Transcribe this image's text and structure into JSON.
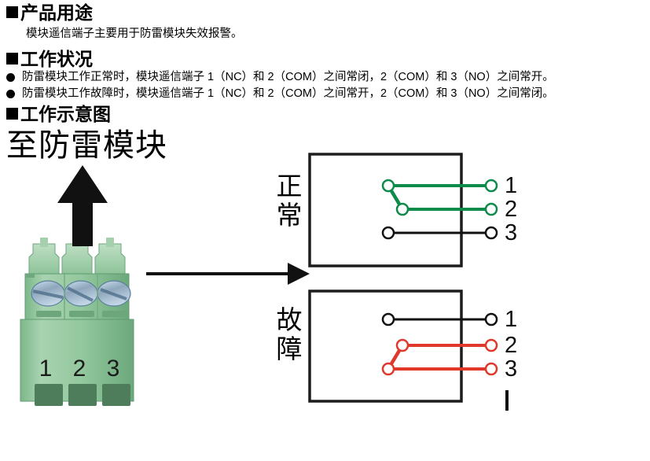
{
  "document": {
    "sections": [
      {
        "id": "product-use",
        "heading": "产品用途",
        "paragraph": "模块遥信端子主要用于防雷模块失效报警。"
      },
      {
        "id": "working-status",
        "heading": "工作状况",
        "bullets": [
          "防雷模块工作正常时，模块遥信端子 1（NC）和 2（COM）之间常闭，2（COM）和 3（NO）之间常开。",
          "防雷模块工作故障时，模块遥信端子 1（NC）和 2（COM）之间常开，2（COM）和 3（NO）之间常闭。"
        ]
      },
      {
        "id": "working-diagram",
        "heading": "工作示意图"
      }
    ]
  },
  "diagram": {
    "connection_title": "至防雷模块",
    "up_arrow_icon": "arrow-up-icon",
    "right_arrow_icon": "arrow-right-icon",
    "terminal_block": {
      "name": "terminal-block-photo",
      "body_color": "#8fc49a",
      "screw_color": "#b9c9dc",
      "pin_labels": [
        "1",
        "2",
        "3"
      ]
    },
    "states": [
      {
        "id": "normal",
        "label": "正常",
        "wire_color": "#0e8a4a",
        "terminals": [
          "1",
          "2",
          "3"
        ],
        "closed_pair": "1-2",
        "open_terminal": "3"
      },
      {
        "id": "fault",
        "label": "故障",
        "wire_color": "#e0392b",
        "terminals": [
          "1",
          "2",
          "3"
        ],
        "closed_pair": "2-3",
        "open_terminal": "1"
      }
    ],
    "bottom_tick_mark": "tick-mark"
  },
  "colors": {
    "normal_green": "#0e8a4a",
    "fault_red": "#e0392b",
    "line_black": "#111111",
    "terminal_green": "#8fc49a"
  }
}
